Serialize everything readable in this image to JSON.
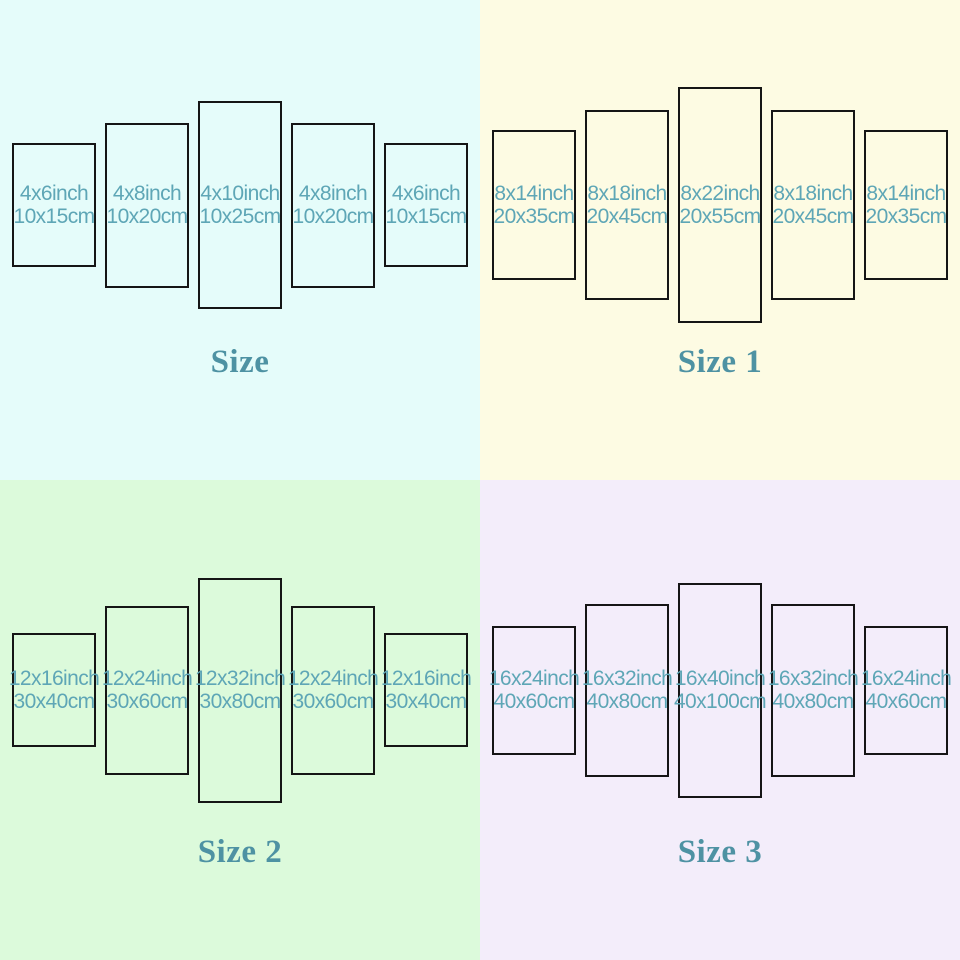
{
  "colors": {
    "title": "#4e92a3",
    "label": "#5ea6b6",
    "panel_border": "#151515"
  },
  "quadrants": [
    {
      "id": "size",
      "title": "Size",
      "bg": "#e5fcfa",
      "panels": [
        {
          "inch": "4x6inch",
          "cm": "10x15cm"
        },
        {
          "inch": "4x8inch",
          "cm": "10x20cm"
        },
        {
          "inch": "4x10inch",
          "cm": "10x25cm"
        },
        {
          "inch": "4x8inch",
          "cm": "10x20cm"
        },
        {
          "inch": "4x6inch",
          "cm": "10x15cm"
        }
      ]
    },
    {
      "id": "size-1",
      "title": "Size 1",
      "bg": "#fdfbe3",
      "panels": [
        {
          "inch": "8x14inch",
          "cm": "20x35cm"
        },
        {
          "inch": "8x18inch",
          "cm": "20x45cm"
        },
        {
          "inch": "8x22inch",
          "cm": "20x55cm"
        },
        {
          "inch": "8x18inch",
          "cm": "20x45cm"
        },
        {
          "inch": "8x14inch",
          "cm": "20x35cm"
        }
      ]
    },
    {
      "id": "size-2",
      "title": "Size 2",
      "bg": "#dcfadb",
      "panels": [
        {
          "inch": "12x16inch",
          "cm": "30x40cm"
        },
        {
          "inch": "12x24inch",
          "cm": "30x60cm"
        },
        {
          "inch": "12x32inch",
          "cm": "30x80cm"
        },
        {
          "inch": "12x24inch",
          "cm": "30x60cm"
        },
        {
          "inch": "12x16inch",
          "cm": "30x40cm"
        }
      ]
    },
    {
      "id": "size-3",
      "title": "Size 3",
      "bg": "#f3edfa",
      "panels": [
        {
          "inch": "16x24inch",
          "cm": "40x60cm"
        },
        {
          "inch": "16x32inch",
          "cm": "40x80cm"
        },
        {
          "inch": "16x40inch",
          "cm": "40x100cm"
        },
        {
          "inch": "16x32inch",
          "cm": "40x80cm"
        },
        {
          "inch": "16x24inch",
          "cm": "40x60cm"
        }
      ]
    }
  ]
}
